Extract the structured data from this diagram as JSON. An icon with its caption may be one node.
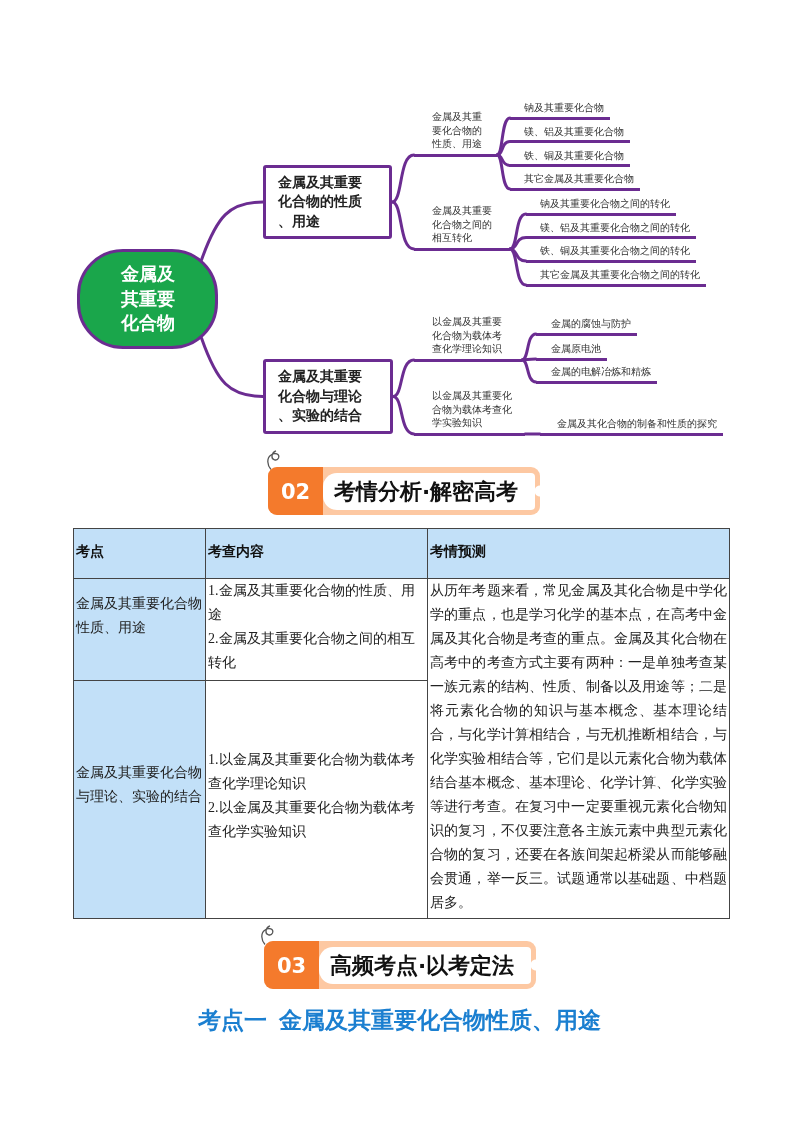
{
  "diagram": {
    "nodes": [
      {
        "text": [
          "金属及其重要化合物"
        ]
      },
      {
        "text": [
          "金属及其重要化合物的性质、用途"
        ]
      },
      {
        "text": [
          "金属及其重要化合物的性质、用途"
        ]
      },
      {
        "text": [
          "钠及其重要化合物"
        ]
      },
      {
        "text": [
          "镁、铝及其重要化合物"
        ]
      },
      {
        "text": [
          "铁、铜及其重要化合物"
        ]
      },
      {
        "text": [
          "其它金属及其重要化合物"
        ]
      },
      {
        "text": [
          "金属及其重要化合物之间的相互转化"
        ]
      },
      {
        "text": [
          "钠及其重要化合物之间的转化"
        ]
      },
      {
        "text": [
          "镁、铝及其重要化合物之间的转化"
        ]
      },
      {
        "text": [
          "铁、铜及其重要化合物之间的转化"
        ]
      },
      {
        "text": [
          "其它金属及其重要化合物之间的转化"
        ]
      },
      {
        "text": [
          "金属及其重要化合物与理论、实验的结合"
        ]
      },
      {
        "text": [
          "以金属及其重要化合物为载体考查化学理论知识"
        ]
      },
      {
        "text": [
          "金属的腐蚀与防护"
        ]
      },
      {
        "text": [
          "金属原电池"
        ]
      },
      {
        "text": [
          "金属的电解冶炼和精炼"
        ]
      },
      {
        "text": [
          "以金属及其重要化合物为载体考查化学实验知识"
        ]
      },
      {
        "text": [
          "金属及其化合物的制备和性质的探究"
        ]
      }
    ],
    "edges": [
      {
        "from": 0,
        "to": 1,
        "arrow": "none"
      },
      {
        "from": 1,
        "to": 2,
        "arrow": "none"
      },
      {
        "from": 2,
        "to": 3,
        "arrow": "none"
      },
      {
        "from": 2,
        "to": 4,
        "arrow": "none"
      },
      {
        "from": 2,
        "to": 5,
        "arrow": "none"
      },
      {
        "from": 2,
        "to": 6,
        "arrow": "none"
      },
      {
        "from": 1,
        "to": 7,
        "arrow": "none"
      },
      {
        "from": 7,
        "to": 8,
        "arrow": "none"
      },
      {
        "from": 7,
        "to": 9,
        "arrow": "none"
      },
      {
        "from": 7,
        "to": 10,
        "arrow": "none"
      },
      {
        "from": 7,
        "to": 11,
        "arrow": "none"
      },
      {
        "from": 0,
        "to": 12,
        "arrow": "none"
      },
      {
        "from": 12,
        "to": 13,
        "arrow": "none"
      },
      {
        "from": 13,
        "to": 14,
        "arrow": "none"
      },
      {
        "from": 13,
        "to": 15,
        "arrow": "none"
      },
      {
        "from": 13,
        "to": 16,
        "arrow": "none"
      },
      {
        "from": 12,
        "to": 17,
        "arrow": "none"
      },
      {
        "from": 17,
        "to": 18,
        "arrow": "none"
      }
    ],
    "labels": [
      "02",
      "考情分析·解密高考",
      "考点",
      "考查内容",
      "考情预测",
      "金属及其重要化合物性质、用途",
      "1.金属及其重要化合物的性质、用途",
      "2.金属及其重要化合物之间的相互转化",
      "从历年考题来看，常见金属及其化合物是中学化学的重点，也是学习化学的基本点，在高考中金属及其化合物是考查的重点。金属及其化合物在高考中的考查方式主要有两种：一是单独考查某一族元素的结构、性质、制备以及用途等；二是将元素化合物的知识与基本概念、基本理论结合，与化学计算相结合，与无机推断相结合，与化学实验相结合等，它们是以元素化合物为载体结合基本概念、基本理论、化学计算、化学实验等进行考查。在复习中一定要重视元素化合物知识的复习，不仅要注意各主族元素中典型元素化合物的复习，还要在各族间架起桥梁从而能够融会贯通，举一反三。试题通常以基础题、中档题居多。",
      "金属及其重要化合物与理论、实验的结合",
      "1.以金属及其重要化合物为载体考查化学理论知识",
      "2.以金属及其重要化合物为载体考查化学实验知识",
      "03",
      "高频考点·以考定法",
      "考点一 金属及其重要化合物性质、用途"
    ]
  }
}
